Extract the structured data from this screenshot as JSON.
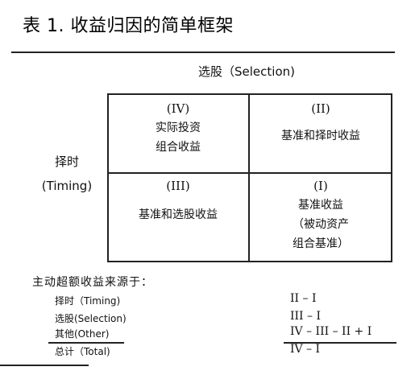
{
  "title": "表 1. 收益归因的简单框架",
  "axis": {
    "top_label": "选股（Selection)",
    "side_label_line1": "择时",
    "side_label_line2": "(Timing)"
  },
  "cells": {
    "top_left": {
      "roman": "(IV)",
      "line1": "实际投资",
      "line2": "组合收益"
    },
    "top_right": {
      "roman": "(II)",
      "line1": "基准和择时收益"
    },
    "bottom_left": {
      "roman": "(III)",
      "line1": "基准和选股收益"
    },
    "bottom_right": {
      "roman": "(I)",
      "line1": "基准收益",
      "line2": "（被动资产",
      "line3": "组合基准）"
    }
  },
  "summary": {
    "heading": "主动超额收益来源于：",
    "rows": [
      {
        "label": "择时（Timing)",
        "formula": "II – I"
      },
      {
        "label": "选股(Selection)",
        "formula": "III – I"
      },
      {
        "label": "其他(Other)",
        "formula": "IV – III – II + I"
      },
      {
        "label": "总计（Total)",
        "formula": "IV – I"
      }
    ]
  }
}
